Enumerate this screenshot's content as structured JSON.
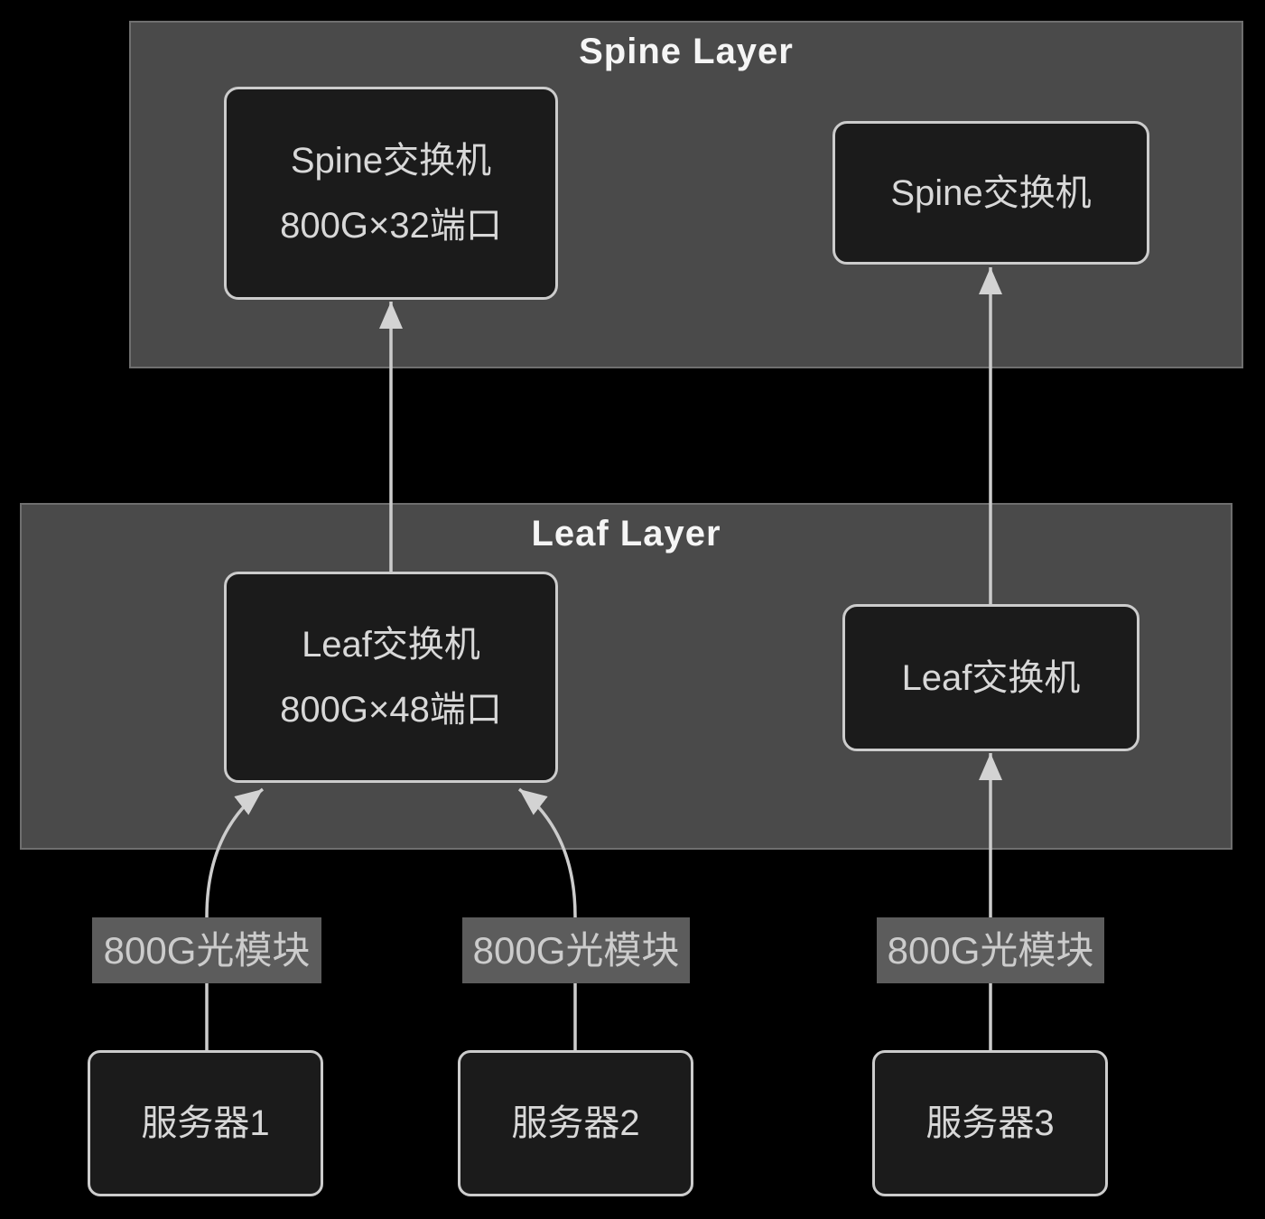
{
  "diagram": {
    "spine_layer": {
      "title": "Spine Layer"
    },
    "leaf_layer": {
      "title": "Leaf Layer"
    },
    "nodes": {
      "spine1": {
        "line1": "Spine交换机",
        "line2": "800G×32端口"
      },
      "spine2": {
        "line1": "Spine交换机"
      },
      "leaf1": {
        "line1": "Leaf交换机",
        "line2": "800G×48端口"
      },
      "leaf2": {
        "line1": "Leaf交换机"
      },
      "server1": {
        "line1": "服务器1"
      },
      "server2": {
        "line1": "服务器2"
      },
      "server3": {
        "line1": "服务器3"
      }
    },
    "edge_labels": {
      "label1": "800G光模块",
      "label2": "800G光模块",
      "label3": "800G光模块"
    },
    "edges": [
      {
        "from": "leaf1",
        "to": "spine1"
      },
      {
        "from": "leaf2",
        "to": "spine2"
      },
      {
        "from": "server1",
        "to": "leaf1",
        "label": "800G光模块"
      },
      {
        "from": "server2",
        "to": "leaf1",
        "label": "800G光模块"
      },
      {
        "from": "server3",
        "to": "leaf2",
        "label": "800G光模块"
      }
    ],
    "colors": {
      "background": "#000000",
      "layer_fill": "#4a4a4a",
      "layer_border": "#6f6f6f",
      "node_fill": "#1b1b1b",
      "node_border": "#cccccc",
      "node_text": "#d8d8d8",
      "title_text": "#f5f5f5",
      "edge": "#cccccc",
      "label_bg": "#5c5c5c",
      "label_text": "#cccccc"
    }
  }
}
